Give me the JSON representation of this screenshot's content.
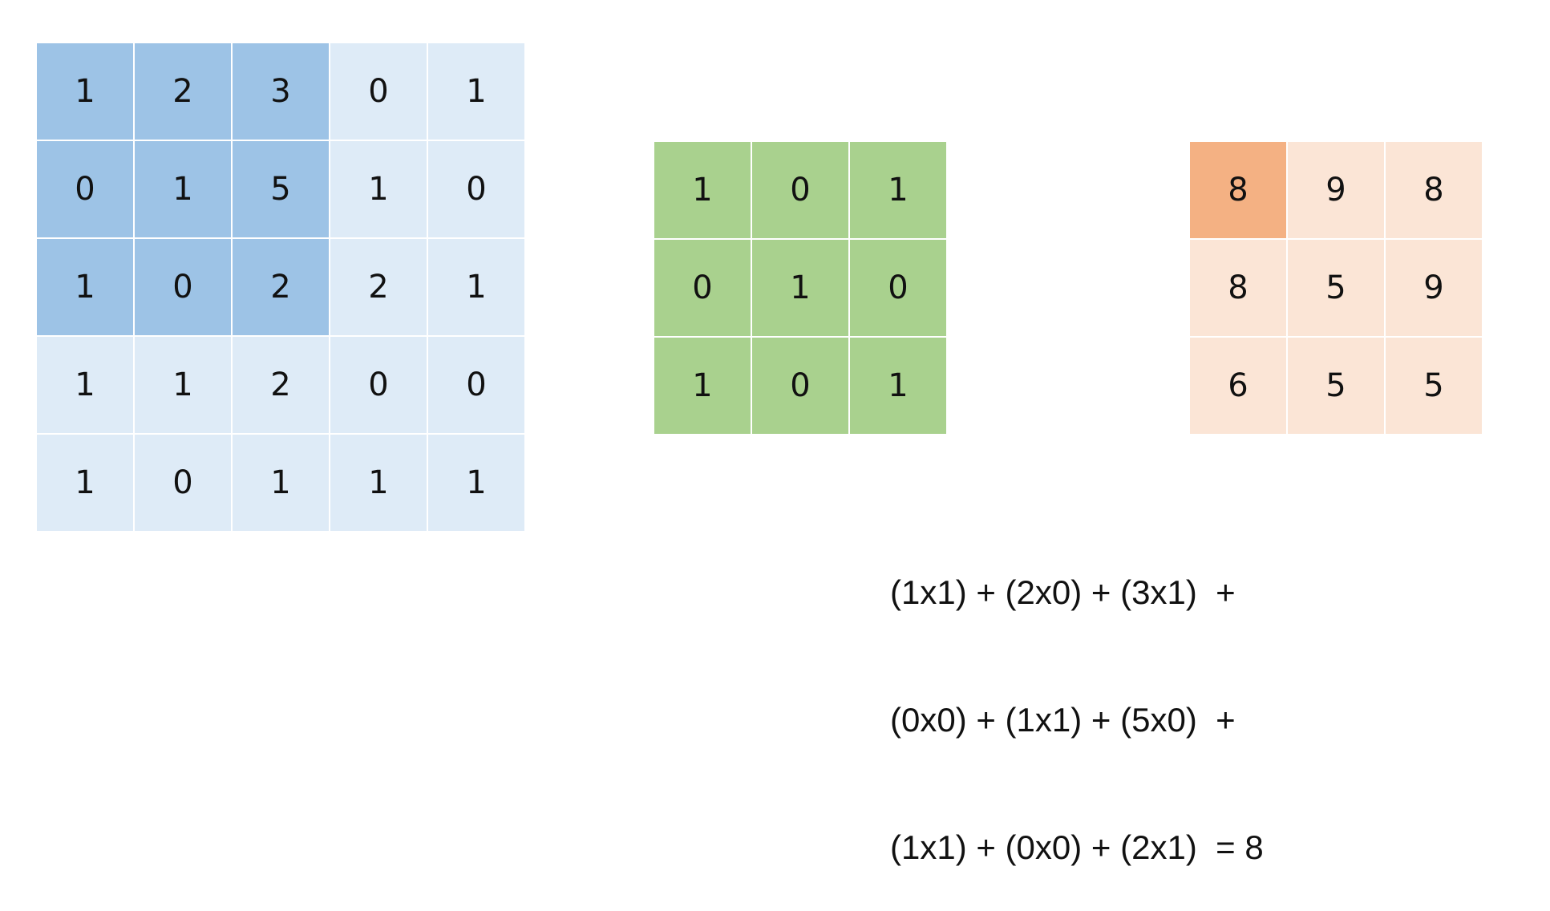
{
  "input_matrix": {
    "values": [
      [
        "1",
        "2",
        "3",
        "0",
        "1"
      ],
      [
        "0",
        "1",
        "5",
        "1",
        "0"
      ],
      [
        "1",
        "0",
        "2",
        "2",
        "1"
      ],
      [
        "1",
        "1",
        "2",
        "0",
        "0"
      ],
      [
        "1",
        "0",
        "1",
        "1",
        "1"
      ]
    ],
    "highlight_rows": 3,
    "highlight_cols": 3,
    "highlight_color": "#9dc3e6",
    "base_color": "#deebf7"
  },
  "kernel_matrix": {
    "values": [
      [
        "1",
        "0",
        "1"
      ],
      [
        "0",
        "1",
        "0"
      ],
      [
        "1",
        "0",
        "1"
      ]
    ],
    "color": "#a9d18e"
  },
  "output_matrix": {
    "values": [
      [
        "8",
        "9",
        "8"
      ],
      [
        "8",
        "5",
        "9"
      ],
      [
        "6",
        "5",
        "5"
      ]
    ],
    "highlight_color": "#f4b183",
    "base_color": "#fbe5d6"
  },
  "equation": {
    "line1": "(1x1) + (2x0) + (3x1)  +",
    "line2": "(0x0) + (1x1) + (5x0)  +",
    "line3": "(1x1) + (0x0) + (2x1)  = 8"
  }
}
